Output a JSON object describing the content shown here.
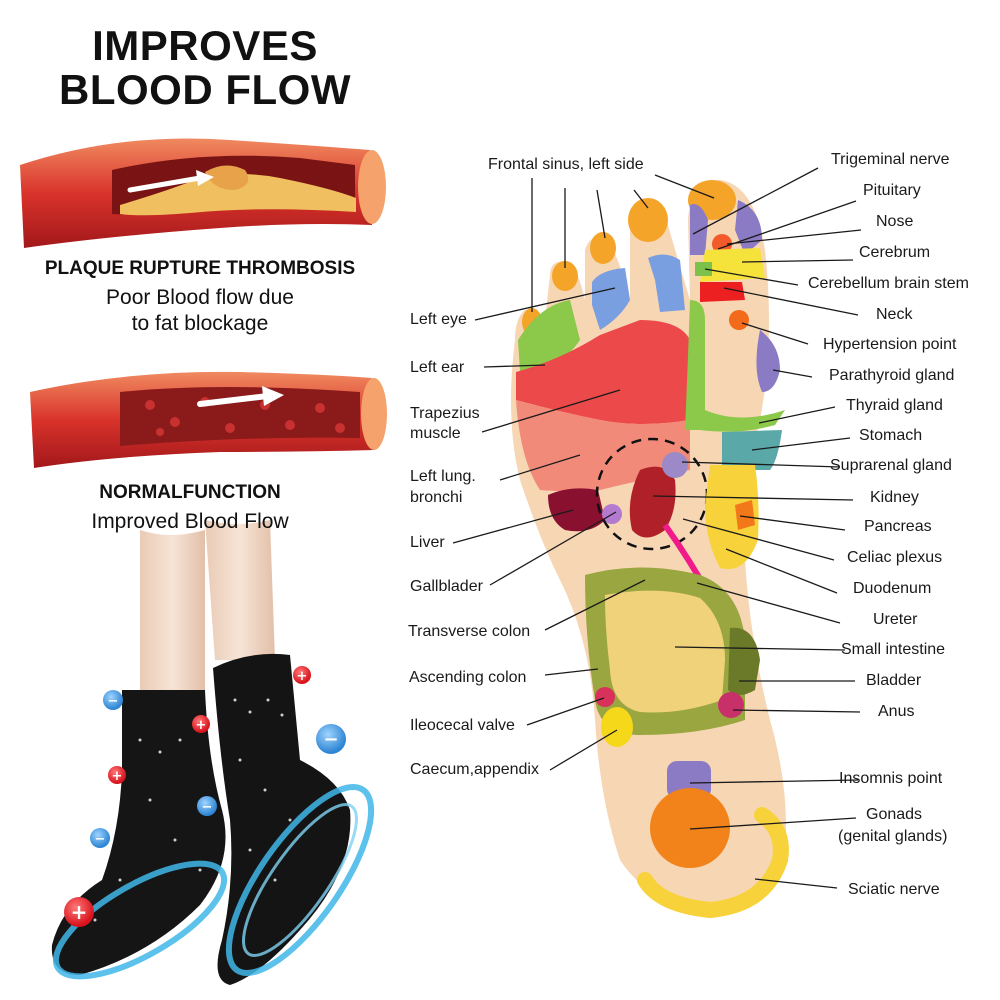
{
  "heading": {
    "line1": "IMPROVES",
    "line2": "BLOOD FLOW"
  },
  "artery_blocked": {
    "title": "PLAQUE RUPTURE THROMBOSIS",
    "line1": "Poor Blood flow due",
    "line2": "to fat blockage"
  },
  "artery_normal": {
    "title": "NORMALFUNCTION",
    "line1": "Improved Blood Flow"
  },
  "ion_badges": {
    "plus": "+",
    "minus": "−"
  },
  "left_labels": {
    "frontal_sinus": "Frontal sinus, left side",
    "left_eye": "Left eye",
    "left_ear": "Left ear",
    "trapezius_1": "Trapezius",
    "trapezius_2": "muscle",
    "lung_1": "Left lung.",
    "lung_2": "bronchi",
    "liver": "Liver",
    "gallbladder": "Gallblader",
    "transverse_colon": "Transverse colon",
    "ascending_colon": "Ascending colon",
    "ileocecal": "Ileocecal valve",
    "caecum": "Caecum,appendix"
  },
  "right_labels": {
    "trigeminal": "Trigeminal nerve",
    "pituitary": "Pituitary",
    "nose": "Nose",
    "cerebrum": "Cerebrum",
    "cerebellum": "Cerebellum brain stem",
    "neck": "Neck",
    "hypertension": "Hypertension point",
    "parathyroid": "Parathyroid gland",
    "thyroid": "Thyraid gland",
    "stomach": "Stomach",
    "suprarenal": "Suprarenal gland",
    "kidney": "Kidney",
    "pancreas": "Pancreas",
    "celiac": "Celiac plexus",
    "duodenum": "Duodenum",
    "ureter": "Ureter",
    "small_intestine": "Small intestine",
    "bladder": "Bladder",
    "anus": "Anus",
    "insomnia": "Insomnis point",
    "gonads_1": "Gonads",
    "gonads_2": "(genital glands)",
    "sciatic": "Sciatic nerve"
  },
  "colors": {
    "artery": "#d9332b",
    "plaque": "#f2c66b",
    "sock": "#151515",
    "insole": "#3fb6e8",
    "plus_badge": "#e8202a",
    "minus_badge": "#3a9be0",
    "foot_skin": "#f7d6b4"
  }
}
